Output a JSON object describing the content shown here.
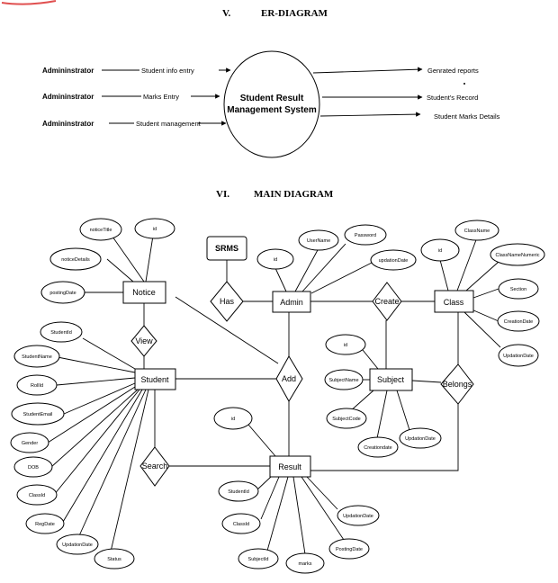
{
  "section_v": {
    "num": "V.",
    "title": "ER-DIAGRAM"
  },
  "section_vi": {
    "num": "VI.",
    "title": "MAIN DIAGRAM"
  },
  "er": {
    "actors": [
      "Admininstrator",
      "Admininstrator",
      "Admininstrator"
    ],
    "inputs": [
      "Student info entry",
      "Marks Entry",
      "Student management"
    ],
    "system": [
      "Student Result",
      "Management System"
    ],
    "outputs": [
      "Genrated reports",
      "Student's Record",
      "Student Marks Details"
    ]
  },
  "main": {
    "entities": {
      "notice": "Notice",
      "student": "Student",
      "admin": "Admin",
      "class": "Class",
      "subject": "Subject",
      "result": "Result",
      "srms": "SRMS"
    },
    "relationships": {
      "has": "Has",
      "create": "Create",
      "view": "View",
      "add": "Add",
      "belongs": "Belongs",
      "search": "Search"
    },
    "attributes": {
      "notice": [
        "noticeTitle",
        "id",
        "noticeDetails",
        "postingDate"
      ],
      "admin": [
        "id",
        "UserName",
        "Password",
        "updationDate"
      ],
      "class": [
        "id",
        "ClassName",
        "ClassNameNumeric",
        "Section",
        "CreationDate",
        "UpdationDate"
      ],
      "student": [
        "StudentId",
        "StudentName",
        "RollId",
        "StudentEmail",
        "Gender",
        "DOB",
        "ClassId",
        "RegDate",
        "UpdationDate",
        "Status"
      ],
      "subject": [
        "id",
        "SubjectName",
        "SubjectCode",
        "Creationdate",
        "UpdationDate"
      ],
      "result": [
        "id",
        "StudentId",
        "ClassId",
        "SubjectId",
        "marks",
        "PostingDate",
        "UpdationDate"
      ]
    }
  }
}
